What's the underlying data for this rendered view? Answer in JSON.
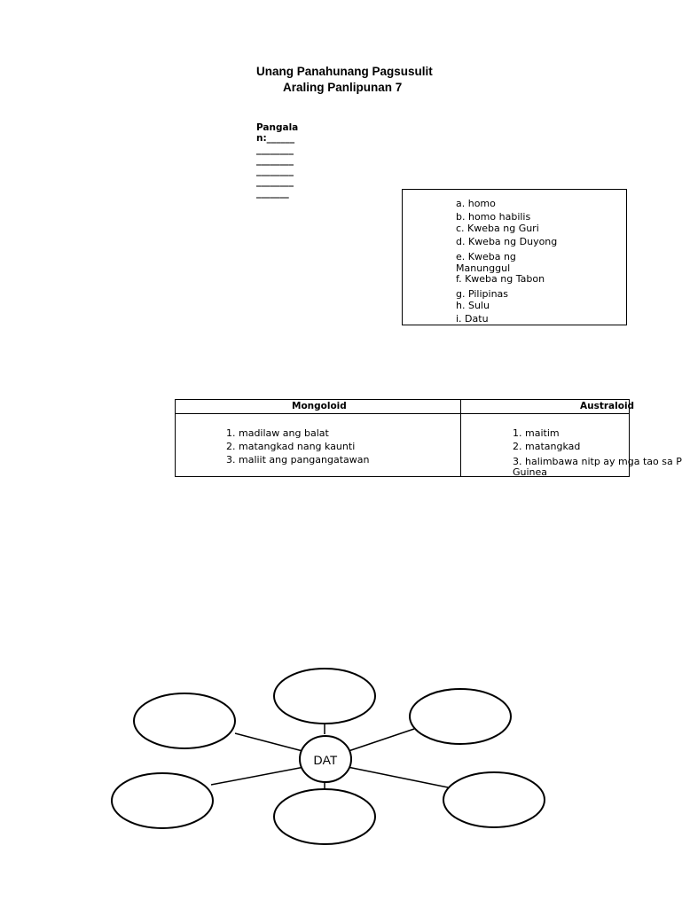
{
  "header": {
    "title_line1": "Unang Panahunang Pagsusulit",
    "title_line2": "Araling Panlipunan 7"
  },
  "name_field": {
    "lines": [
      "Pangala",
      "n:______",
      "________",
      "________",
      "________",
      "________",
      "_______"
    ]
  },
  "choices": [
    "a. homo",
    "b. homo habilis",
    "c. Kweba ng Guri",
    "d. Kweba ng Duyong",
    "e. Kweba ng",
    "Manunggul",
    "f. Kweba ng Tabon",
    "g. Pilipinas",
    "h. Sulu",
    "i. Datu"
  ],
  "race_table": {
    "headers": [
      "Mongoloid",
      "Australoid"
    ],
    "mongoloid": [
      "1. madilaw ang balat",
      "2. matangkad nang kaunti",
      "3. maliit ang pangangatawan"
    ],
    "australoid": [
      "1. maitim",
      "2. matangkad",
      "3. halimbawa nitp ay mga tao sa P",
      "Guinea"
    ]
  },
  "diagram": {
    "center_label": "DAT"
  }
}
